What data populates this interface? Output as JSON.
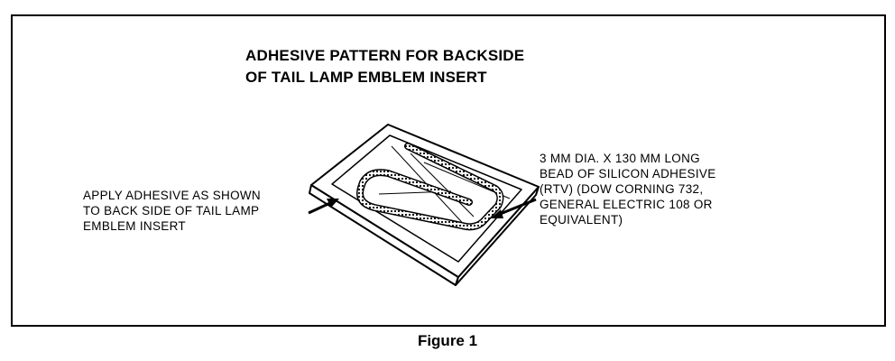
{
  "diagram": {
    "title_lines": [
      "ADHESIVE PATTERN FOR BACKSIDE",
      "OF TAIL LAMP EMBLEM INSERT"
    ],
    "left_callout_lines": [
      "APPLY ADHESIVE AS SHOWN",
      "TO BACK SIDE OF TAIL LAMP",
      "EMBLEM INSERT"
    ],
    "right_callout_lines": [
      "3 MM DIA. X 130 MM LONG",
      "BEAD OF SILICON ADHESIVE",
      "(RTV) (DOW CORNING 732,",
      "GENERAL ELECTRIC 108 OR",
      "EQUIVALENT)"
    ],
    "caption": "Figure 1"
  }
}
